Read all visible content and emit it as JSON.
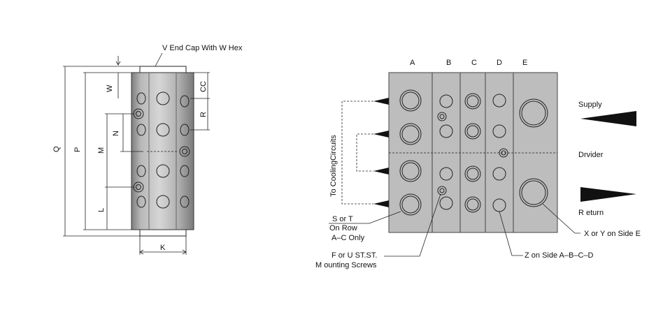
{
  "left_view": {
    "end_cap_label": "V End Cap With W Hex",
    "dims": {
      "Q": "Q",
      "P": "P",
      "M": "M",
      "N": "N",
      "W": "W",
      "L": "L",
      "CC": "CC",
      "R": "R",
      "K": "K"
    }
  },
  "right_view": {
    "columns": [
      "A",
      "B",
      "C",
      "D",
      "E"
    ],
    "supply": "Supply",
    "divider": "Drvider",
    "return": "R eturn",
    "cooling": "To CoolingCircuits",
    "s_or_t_line1": "S or T",
    "s_or_t_line2": "On Row",
    "s_or_t_line3": "A–C Only",
    "f_or_u_line1": "F or U ST.ST.",
    "f_or_u_line2": "M ounting Screws",
    "z_label": "Z on Side A–B–C–D",
    "x_label": "X or Y on Side E"
  },
  "colors": {
    "body_fill": "#bdbdbd",
    "body_dark": "#8e8e8e",
    "line": "#222222"
  }
}
